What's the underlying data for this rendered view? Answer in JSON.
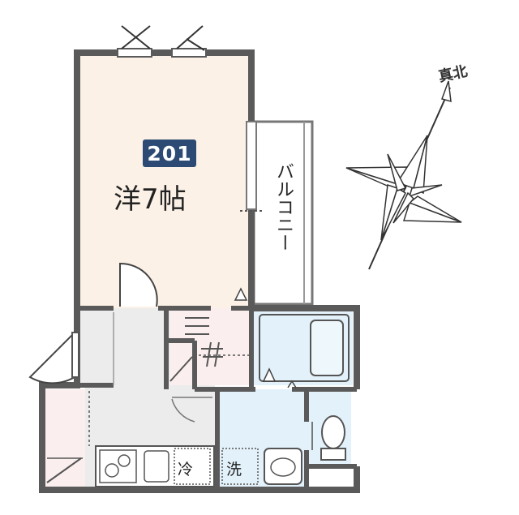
{
  "unit": {
    "number": "201"
  },
  "room": {
    "name": "洋7帖"
  },
  "balcony": {
    "label": "バルコニー"
  },
  "compass": {
    "label": "真北"
  },
  "fixtures": {
    "fridge": "冷",
    "washer": "洗"
  },
  "colors": {
    "wall": "#5a5a5a",
    "main_room": "#fbf1e6",
    "kitchen": "#ececec",
    "closet": "#fbeeee",
    "bath": "#e3f1fa",
    "badge": "#2c4a73"
  }
}
